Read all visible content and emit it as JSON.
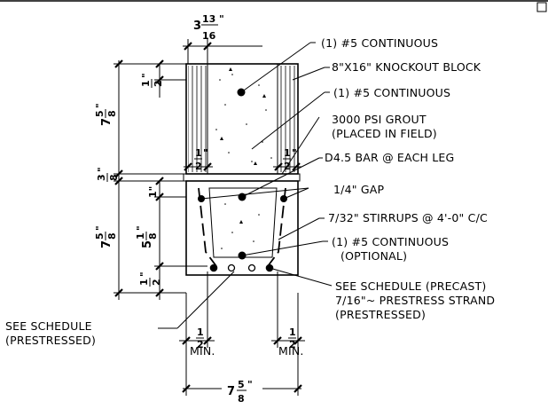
{
  "labels": {
    "bar_top": "(1) #5 CONTINUOUS",
    "block": "8\"X16\" KNOCKOUT BLOCK",
    "bar_mid": "(1) #5 CONTINUOUS",
    "grout_line1": "3000 PSI GROUT",
    "grout_line2": "(PLACED IN FIELD)",
    "d45": "D4.5 BAR @ EACH LEG",
    "gap": "1/4\" GAP",
    "stirrups": "7/32\" STIRRUPS @ 4'-0\" C/C",
    "bar_opt_line1": "(1) #5 CONTINUOUS",
    "bar_opt_line2": "(OPTIONAL)",
    "precast_line1": "SEE SCHEDULE (PRECAST)",
    "precast_line2": "7/16\"~ PRESTRESS STRAND",
    "precast_line3": "(PRESTRESSED)",
    "prestressed_line1": "SEE SCHEDULE",
    "prestressed_line2": "(PRESTRESSED)"
  },
  "dimensions": {
    "top_width": {
      "whole": "3",
      "num": "13",
      "den": "16",
      "unit": "\""
    },
    "block_side": {
      "num": "1",
      "den": "2",
      "unit": "\""
    },
    "block_height": {
      "whole": "7",
      "num": "5",
      "den": "8",
      "unit": "\""
    },
    "shell_left": {
      "num": "1",
      "den": "2",
      "unit": "\""
    },
    "shell_right": {
      "num": "1",
      "den": "2",
      "unit": "\""
    },
    "bed": {
      "num": "3",
      "den": "8",
      "unit": "\""
    },
    "lintel_top": {
      "text": "1\""
    },
    "lintel_height": {
      "whole": "7",
      "num": "5",
      "den": "8",
      "unit": "\""
    },
    "inner_height": {
      "whole": "5",
      "num": "1",
      "den": "8",
      "unit": "\""
    },
    "bottom_cover": {
      "num": "1",
      "den": "2",
      "unit": "\""
    },
    "min_left": {
      "num": "1",
      "den": "2",
      "label": "MIN."
    },
    "min_right": {
      "num": "1",
      "den": "2",
      "label": "MIN."
    },
    "overall_width": {
      "whole": "7",
      "num": "5",
      "den": "8",
      "unit": "\""
    }
  }
}
